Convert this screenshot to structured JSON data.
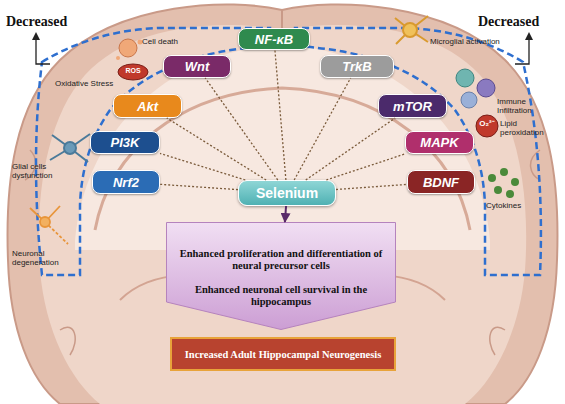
{
  "diagram": {
    "nodes": [
      {
        "text": [
          "NF-κB"
        ]
      },
      {
        "text": [
          "Wnt"
        ]
      },
      {
        "text": [
          "TrkB"
        ]
      },
      {
        "text": [
          "Akt"
        ]
      },
      {
        "text": [
          "mTOR"
        ]
      },
      {
        "text": [
          "PI3K"
        ]
      },
      {
        "text": [
          "MAPK"
        ]
      },
      {
        "text": [
          "Nrf2"
        ]
      },
      {
        "text": [
          "Selenium"
        ]
      },
      {
        "text": [
          "BDNF"
        ]
      },
      {
        "text": [
          "Enhanced proliferation and differentiation of neural precursor cells",
          "Enhanced neuronal cell survival in the hippocampus"
        ]
      },
      {
        "text": [
          "Increased Adult Hippocampal Neurogenesis"
        ]
      }
    ],
    "edges": [
      {
        "from": 8,
        "to": 0,
        "arrow": "none"
      },
      {
        "from": 8,
        "to": 1,
        "arrow": "none"
      },
      {
        "from": 8,
        "to": 2,
        "arrow": "none"
      },
      {
        "from": 8,
        "to": 3,
        "arrow": "none"
      },
      {
        "from": 8,
        "to": 4,
        "arrow": "none"
      },
      {
        "from": 8,
        "to": 5,
        "arrow": "none"
      },
      {
        "from": 8,
        "to": 6,
        "arrow": "none"
      },
      {
        "from": 8,
        "to": 7,
        "arrow": "none"
      },
      {
        "from": 8,
        "to": 9,
        "arrow": "none"
      },
      {
        "from": 8,
        "to": 10,
        "arrow": "to"
      }
    ],
    "labels": [
      "Decreased",
      "Decreased",
      "Cell death",
      "ROS",
      "Oxidative Stress",
      "Glial cells dysfunction",
      "Neuronal degeneration",
      "Microglial activation",
      "Immune Infiltration",
      "Lipid peroxidation",
      "Cytokines",
      "O₂²⁻"
    ]
  }
}
